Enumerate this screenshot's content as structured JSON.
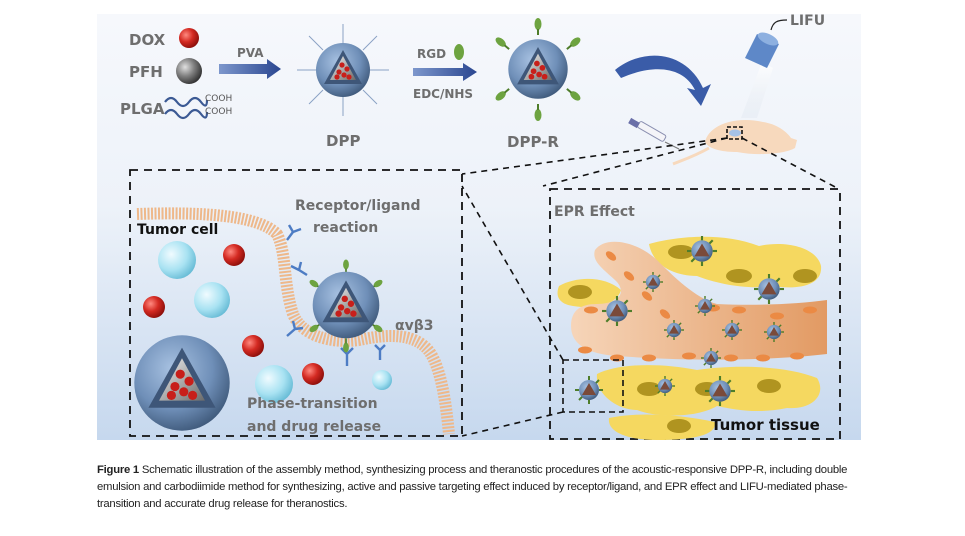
{
  "figure": {
    "synthesis": {
      "materials": [
        {
          "label": "DOX",
          "icon": "red-sphere-icon"
        },
        {
          "label": "PFH",
          "icon": "gray-sphere-icon"
        },
        {
          "label": "PLGA",
          "icon": "polymer-chain-icon"
        }
      ],
      "cooh_label": "COOH",
      "step1_label": "PVA",
      "product1_label": "DPP",
      "step2_top_label": "RGD",
      "step2_bottom_label": "EDC/NHS",
      "product2_label": "DPP-R",
      "device_label": "LIFU"
    },
    "cell_panel": {
      "title": "Tumor cell",
      "receptor_label_line1": "Receptor/ligand",
      "receptor_label_line2": "reaction",
      "integrin_label": "αvβ3",
      "release_label_line1": "Phase-transition",
      "release_label_line2": "and  drug release"
    },
    "tissue_panel": {
      "title": "EPR Effect",
      "footer_label": "Tumor tissue"
    },
    "colors": {
      "background_top": "#f4f7fc",
      "background_bottom": "#c9daee",
      "arrow_blue": "#2f4f96",
      "shell_blue": "#6f8fb8",
      "dox_red": "#d0201c",
      "rgd_green": "#6da340",
      "tumor_yellow": "#f5d860",
      "vessel_orange": "#e8a97a"
    }
  },
  "caption": {
    "label": "Figure 1",
    "text": "Schematic illustration of the assembly method, synthesizing process and theranostic procedures of the acoustic-responsive DPP-R, including double emulsion and carbodiimide method for synthesizing, active and passive targeting effect induced by receptor/ligand, and EPR effect and LIFU-mediated phase-transition and accurate drug release for theranostics."
  }
}
